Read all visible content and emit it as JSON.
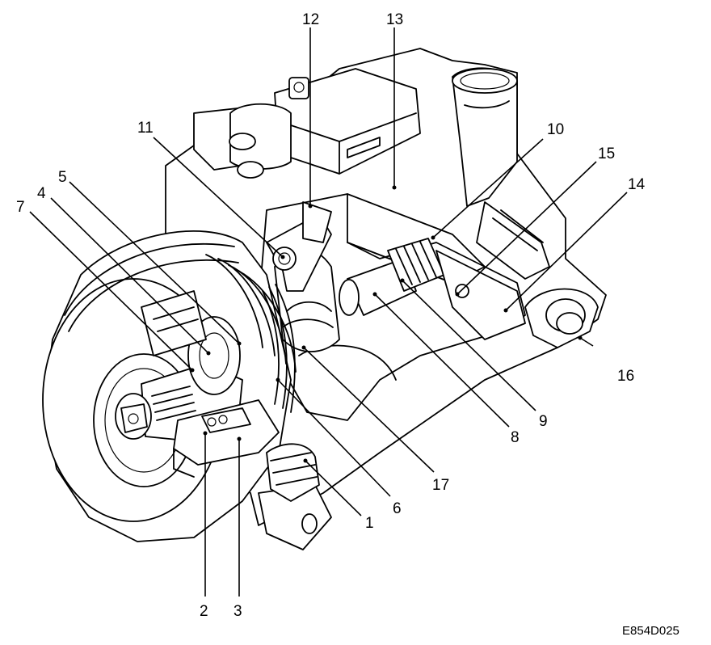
{
  "diagram": {
    "figure_code": "E854D025",
    "callouts": [
      "1",
      "2",
      "3",
      "4",
      "5",
      "6",
      "7",
      "8",
      "9",
      "10",
      "11",
      "12",
      "13",
      "14",
      "15",
      "16",
      "17"
    ]
  }
}
